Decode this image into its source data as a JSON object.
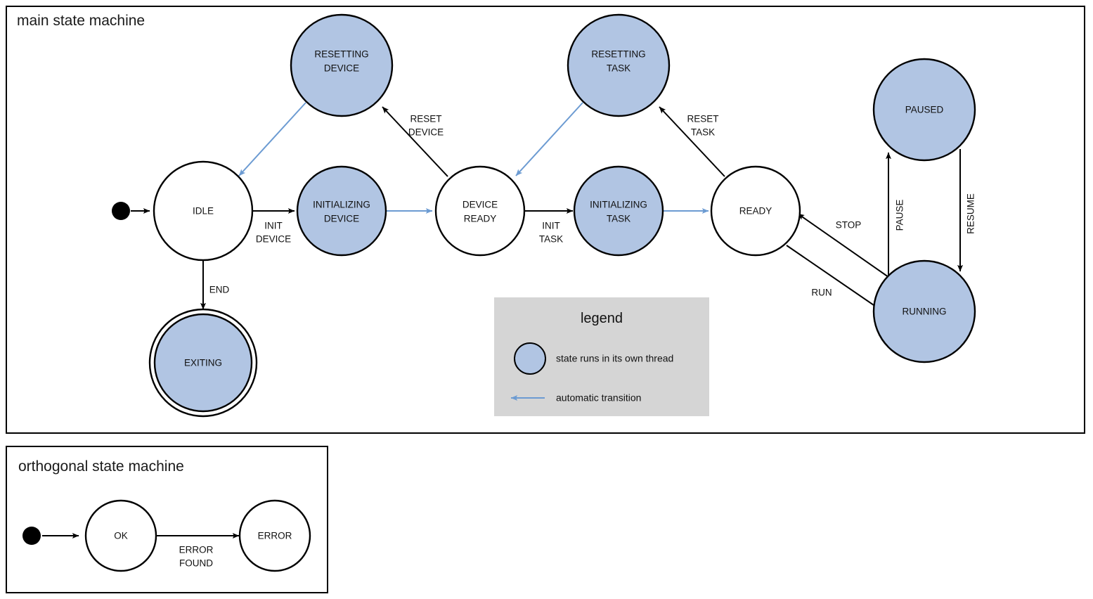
{
  "colors": {
    "threaded_state_fill": "#b1c5e3",
    "plain_state_fill": "#ffffff",
    "state_stroke": "#000000",
    "auto_transition": "#6c9bd2",
    "legend_background": "#d5d5d5",
    "page_background": "#ffffff"
  },
  "main_frame": {
    "title": "main state machine"
  },
  "orthogonal_frame": {
    "title": "orthogonal state machine"
  },
  "legend": {
    "title": "legend",
    "items": [
      {
        "symbol": "circle",
        "label": "state runs in its own thread"
      },
      {
        "symbol": "arrow",
        "label": "automatic transition"
      }
    ]
  },
  "main_states": [
    {
      "id": "idle",
      "label_line1": "IDLE",
      "label_line2": "",
      "threaded": false,
      "final": false
    },
    {
      "id": "resetting-device",
      "label_line1": "RESETTING",
      "label_line2": "DEVICE",
      "threaded": true,
      "final": false
    },
    {
      "id": "initializing-device",
      "label_line1": "INITIALIZING",
      "label_line2": "DEVICE",
      "threaded": true,
      "final": false
    },
    {
      "id": "device-ready",
      "label_line1": "DEVICE",
      "label_line2": "READY",
      "threaded": false,
      "final": false
    },
    {
      "id": "resetting-task",
      "label_line1": "RESETTING",
      "label_line2": "TASK",
      "threaded": true,
      "final": false
    },
    {
      "id": "initializing-task",
      "label_line1": "INITIALIZING",
      "label_line2": "TASK",
      "threaded": true,
      "final": false
    },
    {
      "id": "ready",
      "label_line1": "READY",
      "label_line2": "",
      "threaded": false,
      "final": false
    },
    {
      "id": "paused",
      "label_line1": "PAUSED",
      "label_line2": "",
      "threaded": true,
      "final": false
    },
    {
      "id": "running",
      "label_line1": "RUNNING",
      "label_line2": "",
      "threaded": true,
      "final": false
    },
    {
      "id": "exiting",
      "label_line1": "EXITING",
      "label_line2": "",
      "threaded": true,
      "final": true
    }
  ],
  "main_transitions": [
    {
      "id": "start-idle",
      "from": "start",
      "to": "idle",
      "label_line1": "",
      "label_line2": "",
      "automatic": false
    },
    {
      "id": "idle-initializing-device",
      "from": "idle",
      "to": "initializing-device",
      "label_line1": "INIT",
      "label_line2": "DEVICE",
      "automatic": false
    },
    {
      "id": "idle-exiting",
      "from": "idle",
      "to": "exiting",
      "label_line1": "END",
      "label_line2": "",
      "automatic": false
    },
    {
      "id": "initdev-deviceready",
      "from": "initializing-device",
      "to": "device-ready",
      "label_line1": "",
      "label_line2": "",
      "automatic": true
    },
    {
      "id": "deviceready-resetdev",
      "from": "device-ready",
      "to": "resetting-device",
      "label_line1": "RESET",
      "label_line2": "DEVICE",
      "automatic": false
    },
    {
      "id": "resetdev-idle",
      "from": "resetting-device",
      "to": "idle",
      "label_line1": "",
      "label_line2": "",
      "automatic": true
    },
    {
      "id": "deviceready-inittask",
      "from": "device-ready",
      "to": "initializing-task",
      "label_line1": "INIT",
      "label_line2": "TASK",
      "automatic": false
    },
    {
      "id": "inittask-ready",
      "from": "initializing-task",
      "to": "ready",
      "label_line1": "",
      "label_line2": "",
      "automatic": true
    },
    {
      "id": "ready-resettask",
      "from": "ready",
      "to": "resetting-task",
      "label_line1": "RESET",
      "label_line2": "TASK",
      "automatic": false
    },
    {
      "id": "resettask-deviceready",
      "from": "resetting-task",
      "to": "device-ready",
      "label_line1": "",
      "label_line2": "",
      "automatic": true
    },
    {
      "id": "ready-running",
      "from": "ready",
      "to": "running",
      "label_line1": "RUN",
      "label_line2": "",
      "automatic": false
    },
    {
      "id": "running-ready",
      "from": "running",
      "to": "ready",
      "label_line1": "STOP",
      "label_line2": "",
      "automatic": false
    },
    {
      "id": "running-paused",
      "from": "running",
      "to": "paused",
      "label_line1": "PAUSE",
      "label_line2": "",
      "automatic": false
    },
    {
      "id": "paused-running",
      "from": "paused",
      "to": "running",
      "label_line1": "RESUME",
      "label_line2": "",
      "automatic": false
    }
  ],
  "orthogonal_states": [
    {
      "id": "ok",
      "label_line1": "OK",
      "threaded": false,
      "final": false
    },
    {
      "id": "error",
      "label_line1": "ERROR",
      "threaded": false,
      "final": false
    }
  ],
  "orthogonal_transitions": [
    {
      "id": "start-ok",
      "from": "start",
      "to": "ok",
      "label_line1": "",
      "label_line2": "",
      "automatic": false
    },
    {
      "id": "ok-error",
      "from": "ok",
      "to": "error",
      "label_line1": "ERROR",
      "label_line2": "FOUND",
      "automatic": false
    }
  ]
}
